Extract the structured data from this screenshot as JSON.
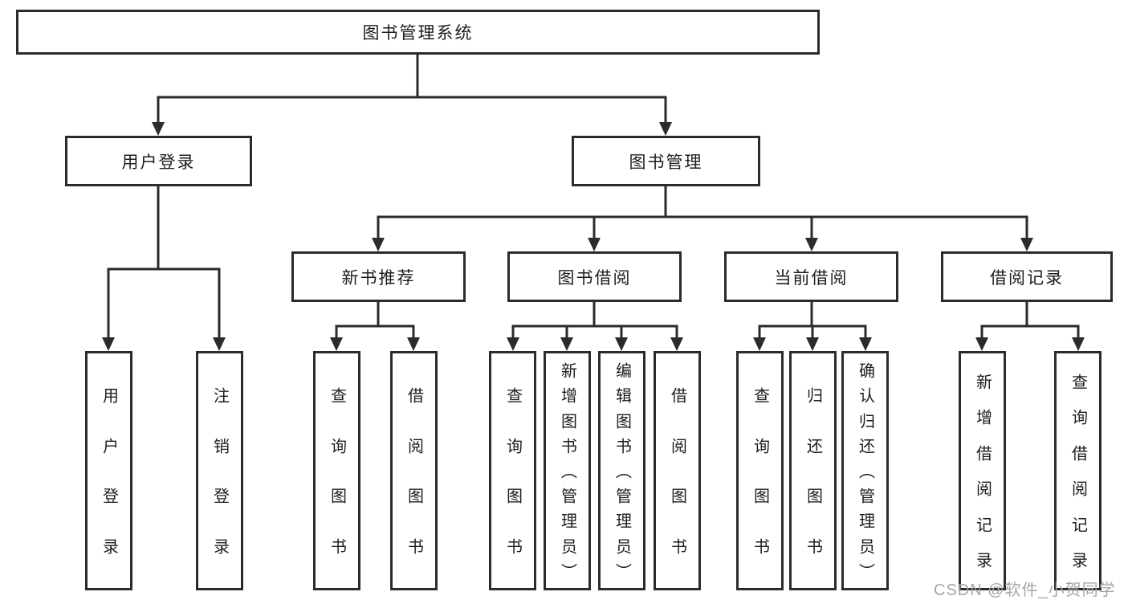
{
  "colors": {
    "line": "#2b2b2b",
    "box_border": "#2b2b2b",
    "text": "#1d1d1d",
    "watermark": "#a6a6a6",
    "background": "#ffffff"
  },
  "nodes": {
    "root": {
      "label": "图书管理系统"
    },
    "user_login": {
      "label": "用户登录"
    },
    "book_mgmt": {
      "label": "图书管理"
    },
    "new_book": {
      "label": "新书推荐"
    },
    "book_borrow": {
      "label": "图书借阅"
    },
    "current_borrow": {
      "label": "当前借阅"
    },
    "borrow_record": {
      "label": "借阅记录"
    }
  },
  "leaves": {
    "user_login": [
      "用户登录",
      "注销登录"
    ],
    "new_book": [
      "查询图书",
      "借阅图书"
    ],
    "book_borrow": [
      "查询图书",
      "新增图书（管理员）",
      "编辑图书（管理员）",
      "借阅图书"
    ],
    "current_borrow": [
      "查询图书",
      "归还图书",
      "确认归还（管理员）"
    ],
    "borrow_record": [
      "新增借阅记录",
      "查询借阅记录"
    ]
  },
  "watermark": "CSDN @软件_小贺同学"
}
